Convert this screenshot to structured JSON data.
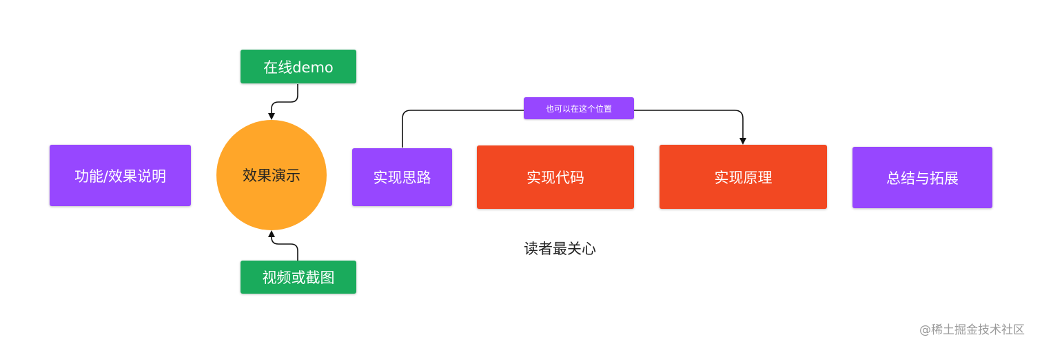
{
  "nodes": {
    "feature_desc": "功能/效果说明",
    "effect_demo": "效果演示",
    "online_demo": "在线demo",
    "video_screenshot": "视频或截图",
    "impl_idea": "实现思路",
    "impl_code": "实现代码",
    "impl_principle": "实现原理",
    "summary_extension": "总结与拓展"
  },
  "connector_label": "也可以在这个位置",
  "annotation": "读者最关心",
  "watermark": "@稀土掘金技术社区",
  "colors": {
    "purple": "#9747ff",
    "green": "#1aab5c",
    "red": "#f24822",
    "orange": "#ffa629"
  }
}
